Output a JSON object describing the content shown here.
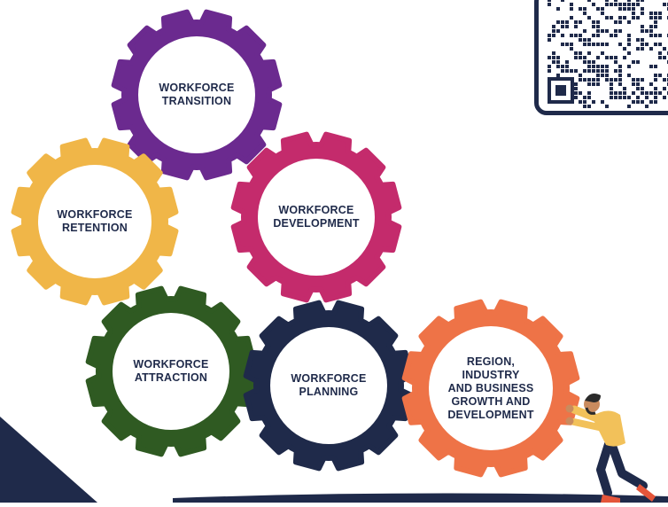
{
  "gears": [
    {
      "id": "transition",
      "lines": [
        "WORKFORCE",
        "TRANSITION"
      ],
      "color": "#6b2a8f"
    },
    {
      "id": "retention",
      "lines": [
        "WORKFORCE",
        "RETENTION"
      ],
      "color": "#f0b648"
    },
    {
      "id": "development",
      "lines": [
        "WORKFORCE",
        "DEVELOPMENT"
      ],
      "color": "#c42b6c"
    },
    {
      "id": "attraction",
      "lines": [
        "WORKFORCE",
        "ATTRACTION"
      ],
      "color": "#2f5a22"
    },
    {
      "id": "planning",
      "lines": [
        "WORKFORCE",
        "PLANNING"
      ],
      "color": "#1f2a4a"
    },
    {
      "id": "growth",
      "lines": [
        "REGION,",
        "INDUSTRY",
        "AND BUSINESS",
        "GROWTH AND",
        "DEVELOPMENT"
      ],
      "color": "#ee7347"
    }
  ],
  "colors": {
    "text": "#1f2a4a",
    "navy": "#1f2a4a",
    "ground": "#1f2a4a",
    "skin": "#c98b5e",
    "shirt": "#f2c15a",
    "hair": "#2b2b2b",
    "shoe": "#e4553a"
  },
  "icons": {
    "qr": "qr-code-icon",
    "person": "person-pushing-icon"
  }
}
